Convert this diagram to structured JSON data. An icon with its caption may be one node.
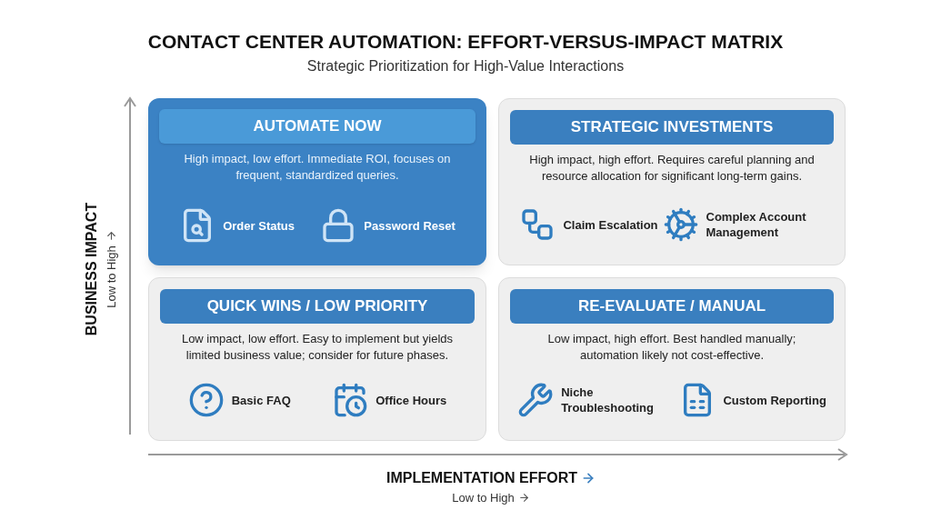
{
  "diagram": {
    "title": "CONTACT CENTER AUTOMATION: EFFORT-VERSUS-IMPACT MATRIX",
    "caption": "Strategic Prioritization for High-Value Interactions",
    "nodes": [
      {
        "text": [
          "High impact, low effort. Immediate ROI, focuses on frequent, standardized queries."
        ]
      },
      {
        "text": [
          "AUTOMATE NOW"
        ],
        "in": 0
      },
      {
        "text": [
          "High impact, high effort. Requires careful planning and resource allocation for significant long-term gains."
        ]
      },
      {
        "text": [
          "STRATEGIC INVESTMENTS"
        ],
        "in": 2
      },
      {
        "text": [
          "Low impact, low effort. Easy to implement but yields limited business value; consider for future phases."
        ]
      },
      {
        "text": [
          "QUICK WINS / LOW PRIORITY"
        ],
        "in": 4
      },
      {
        "text": [
          "Low impact, high effort. Best handled manually; automation likely not cost-effective."
        ]
      },
      {
        "text": [
          "RE-EVALUATE / MANUAL"
        ],
        "in": 6
      }
    ],
    "labels": [
      "BUSINESS IMPACT",
      "Low to High",
      "Order Status",
      "Password Reset",
      "Claim Escalation",
      "Complex Account Management",
      "Basic FAQ",
      "Office Hours",
      "Niche Troubleshooting",
      "Custom Reporting",
      "IMPLEMENTATION EFFORT",
      "Low to High"
    ]
  }
}
